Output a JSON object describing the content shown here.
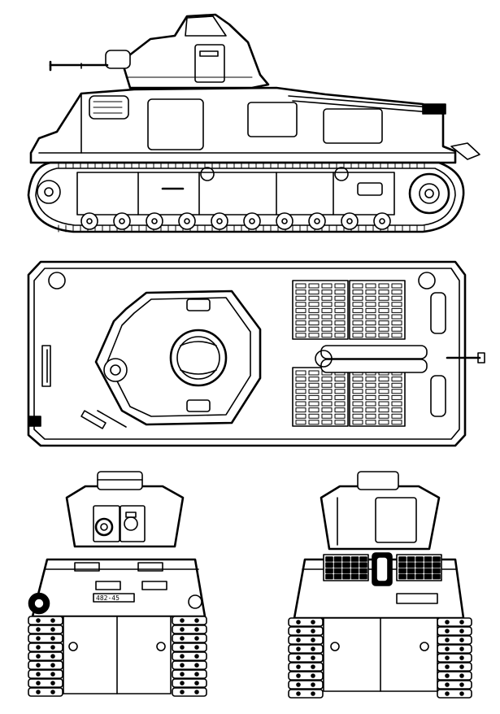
{
  "drawing": {
    "views": [
      {
        "id": "side-view"
      },
      {
        "id": "top-view"
      },
      {
        "id": "front-view",
        "plate": "482-45"
      },
      {
        "id": "rear-view"
      }
    ]
  },
  "colors": {
    "ink": "#000000",
    "paper": "#ffffff"
  }
}
